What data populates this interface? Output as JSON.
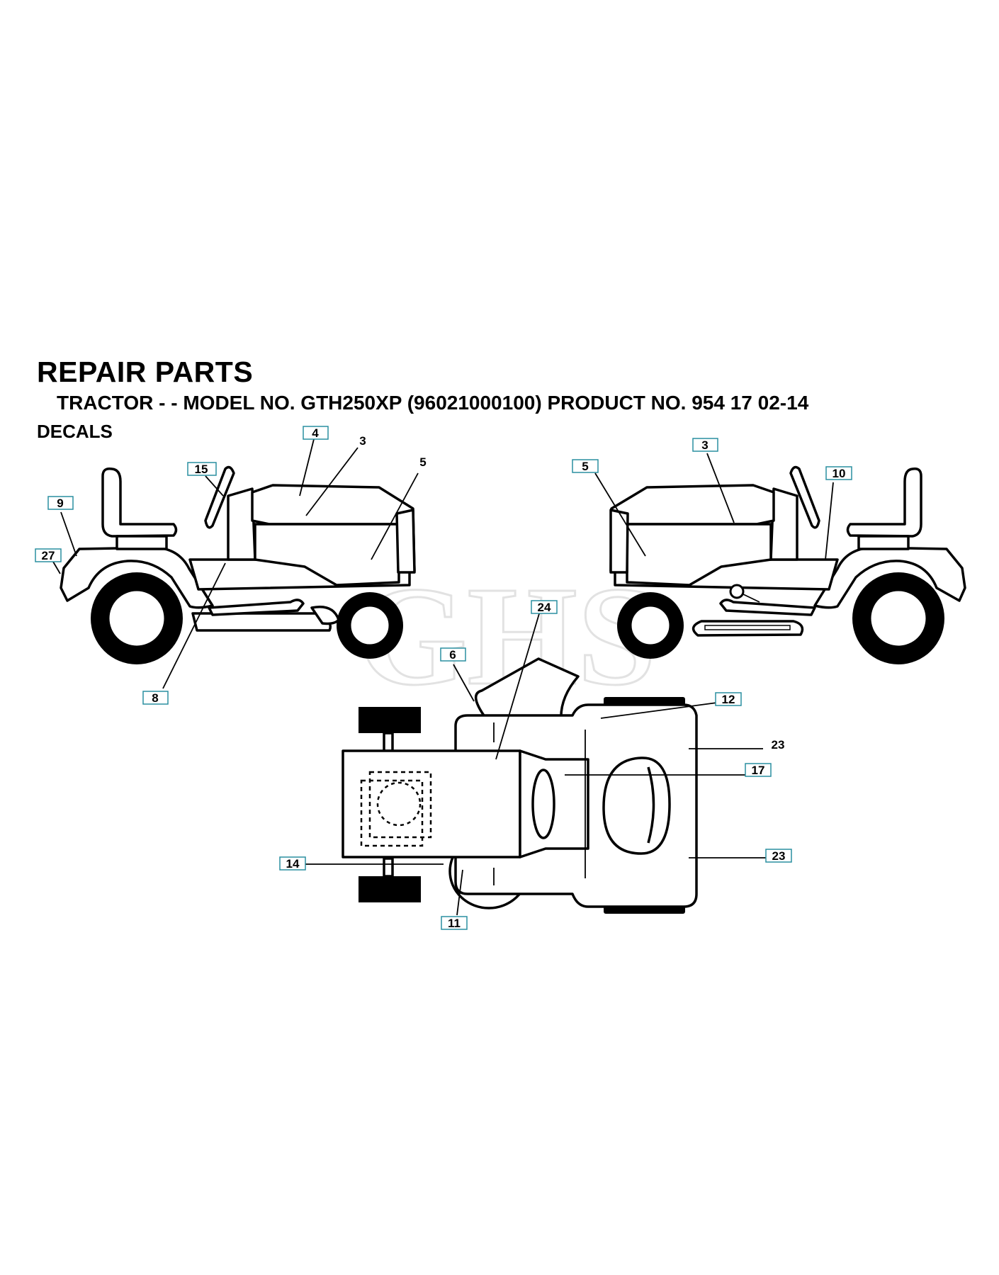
{
  "title": "REPAIR PARTS",
  "subtitle": "TRACTOR - - MODEL NO. GTH250XP (96021000100) PRODUCT NO. 954 17 02-14",
  "section": "DECALS",
  "watermark": "GHS",
  "callouts": {
    "left": {
      "c4": "4",
      "c3": "3",
      "c5": "5",
      "c15": "15",
      "c9": "9",
      "c27": "27",
      "c8": "8"
    },
    "right": {
      "c3": "3",
      "c5": "5",
      "c10": "10"
    },
    "top": {
      "c24": "24",
      "c6": "6",
      "c12": "12",
      "c23a": "23",
      "c17": "17",
      "c23b": "23",
      "c14": "14",
      "c11": "11"
    }
  }
}
